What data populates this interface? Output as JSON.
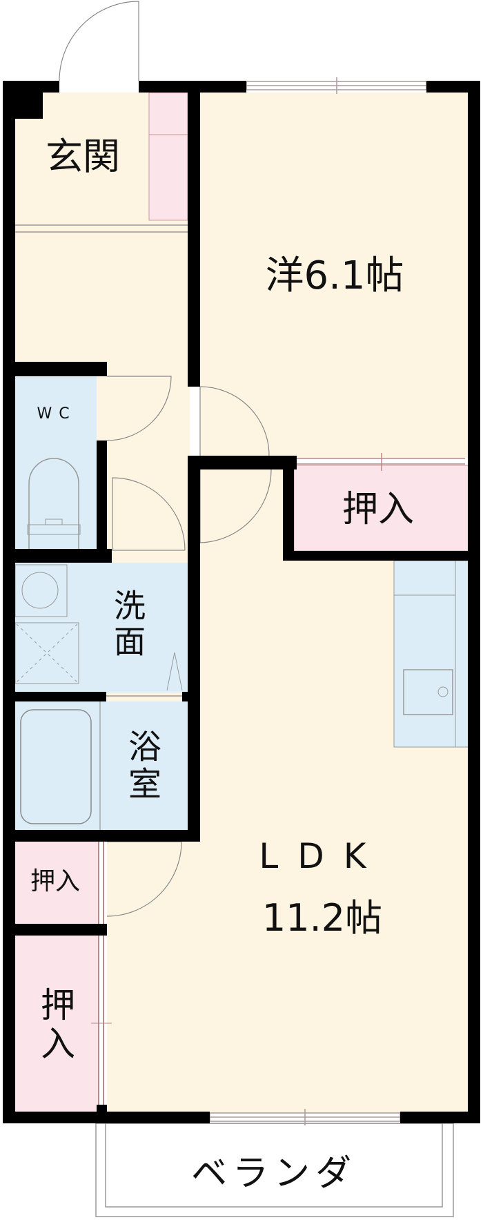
{
  "rooms": {
    "entrance": "玄関",
    "western_room": "洋6.1帖",
    "closet_top": "押入",
    "wc": "WC",
    "washroom": "洗面",
    "bathroom": "浴室",
    "closet_small": "押入",
    "closet_tall": "押入",
    "ldk_name": "LDK",
    "ldk_size": "11.2帖",
    "veranda": "ベランダ"
  },
  "colors": {
    "floor": "#fdf5e1",
    "closet": "#fbe4ea",
    "wet_area": "#dcedf8",
    "wall": "#000000"
  }
}
